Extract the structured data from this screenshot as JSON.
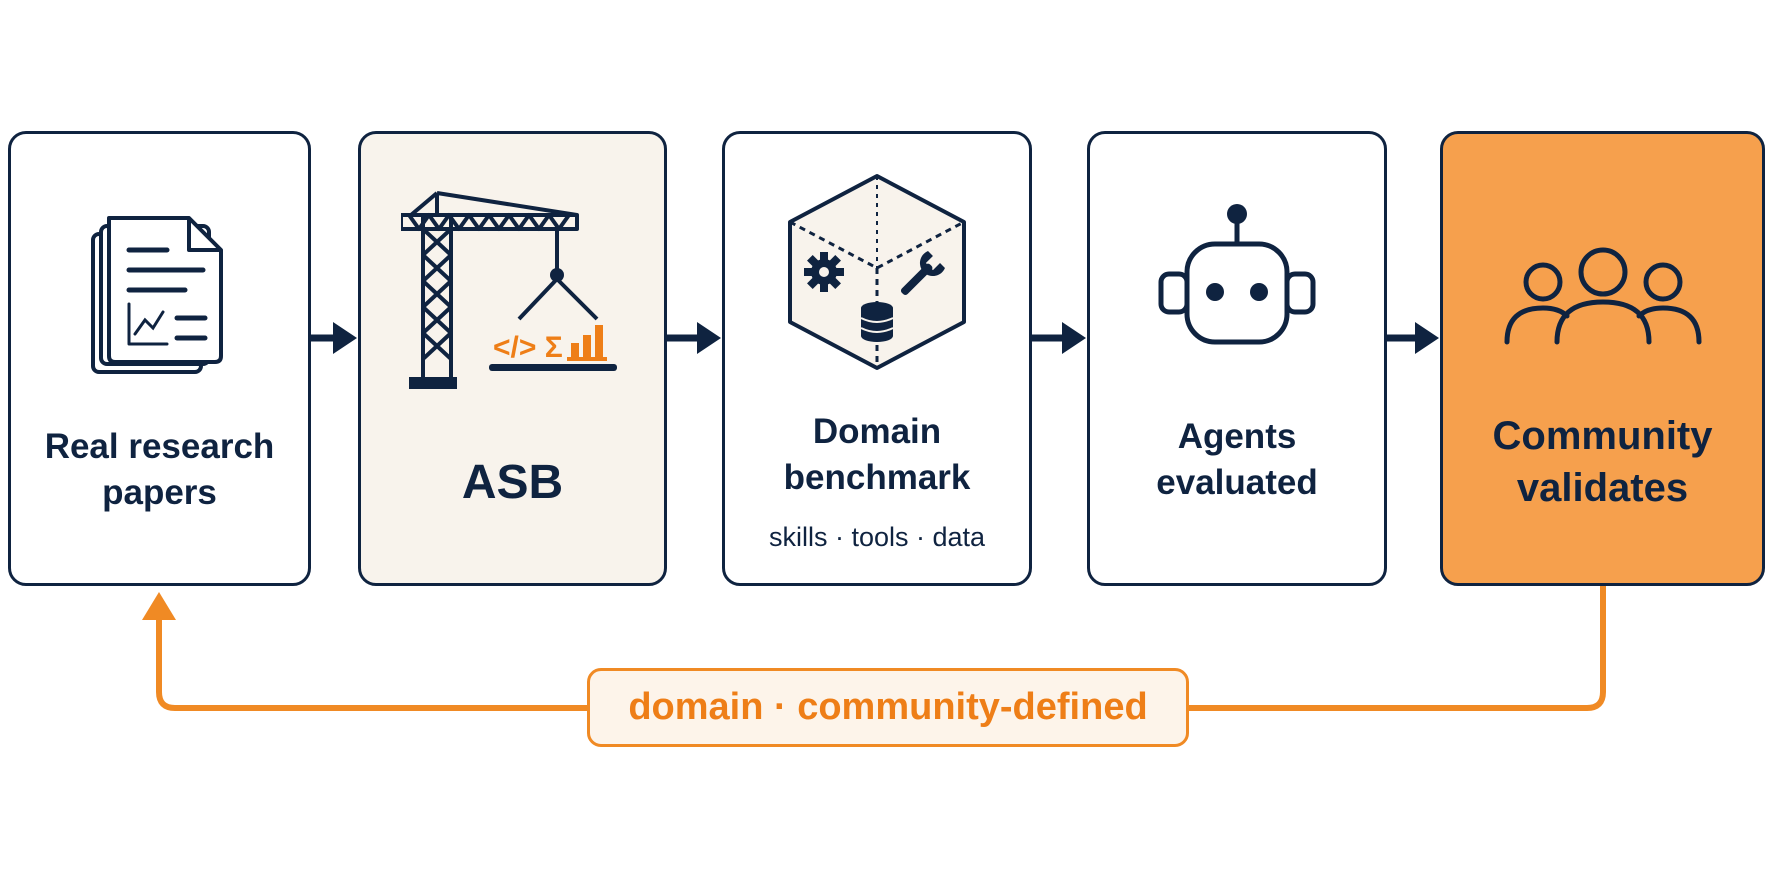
{
  "steps": [
    {
      "label_line1": "Real research",
      "label_line2": "papers",
      "icon": "papers-icon"
    },
    {
      "label": "ASB",
      "icon": "crane-icon",
      "icon_glyphs": "</> Σ"
    },
    {
      "label_line1": "Domain",
      "label_line2": "benchmark",
      "sublabel": "skills · tools · data",
      "icon": "cube-icon"
    },
    {
      "label_line1": "Agents",
      "label_line2": "evaluated",
      "icon": "robot-icon"
    },
    {
      "label_line1": "Community",
      "label_line2": "validates",
      "icon": "people-icon"
    }
  ],
  "feedback_loop": {
    "label": "domain · community-defined"
  },
  "colors": {
    "navy": "#0f2340",
    "orange": "#f08a24",
    "orange_fill": "#f6a04d",
    "cream": "#f8f3ec",
    "pill_fill": "#fdf4ea"
  }
}
